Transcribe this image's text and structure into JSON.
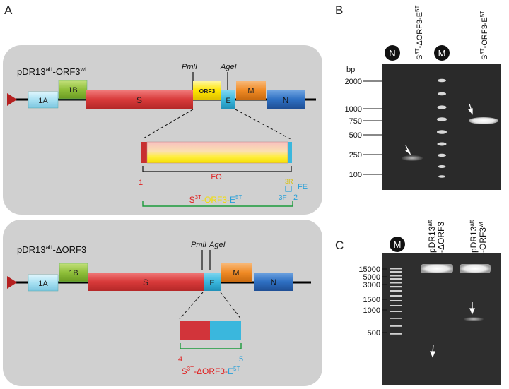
{
  "panels": {
    "a": "A",
    "b": "B",
    "c": "C"
  },
  "construct_wt": {
    "title_base": "pDR13",
    "title_sup": "att",
    "title_suffix": "-ORF3",
    "title_sup2": "wt",
    "site1": "PmlI",
    "site2": "AgeI",
    "genes": {
      "g1a": "1A",
      "g1b": "1B",
      "s": "S",
      "orf3": "ORF3",
      "e": "E",
      "m": "M",
      "n": "N"
    },
    "primer_fo": "FO",
    "primer_3r": "3R",
    "primer_fe": "FE",
    "primer_3f": "3F",
    "num1": "1",
    "num2": "2",
    "fragment": {
      "p1": "S",
      "p1sup": "3T",
      "p2": "-ORF3-",
      "p3": "E",
      "p3sup": "5T"
    }
  },
  "construct_del": {
    "title_base": "pDR13",
    "title_sup": "att",
    "title_suffix": "-ΔORF3",
    "site1": "PmlI",
    "site2": "AgeI",
    "genes": {
      "g1a": "1A",
      "g1b": "1B",
      "s": "S",
      "e": "E",
      "m": "M",
      "n": "N"
    },
    "num4": "4",
    "num5": "5",
    "fragment": {
      "p1": "S",
      "p1sup": "3T",
      "p2": "-ΔORF3-",
      "p3": "E",
      "p3sup": "5T"
    }
  },
  "gel_b": {
    "bp_label": "bp",
    "ladder": [
      "2000",
      "1000",
      "750",
      "500",
      "250",
      "100"
    ],
    "lane_n": "N",
    "lane_m": "M",
    "lane1_label": "S3T-ΔORF3-E5T",
    "lane2_label": "S3T-ORF3-E5T"
  },
  "gel_c": {
    "ladder": [
      "15000",
      "5000",
      "3000",
      "1500",
      "1000",
      "500"
    ],
    "lane_m": "M",
    "lane1_line1": "pDR13att",
    "lane1_line2": "-ΔORF3",
    "lane2_line1": "pDR13att",
    "lane2_line2": "-ORF3wt"
  },
  "colors": {
    "panel_bg": "#d0d0d0",
    "s_gene": "#d94040",
    "orf3": "#ffee00",
    "e_gene": "#3ab7dd",
    "m_gene": "#f08a25",
    "n_gene": "#2e6fc2",
    "gene_1a": "#a8e0f2",
    "gene_1b": "#8fbf3a",
    "green_line": "#1a9a3a",
    "red_text": "#e02020",
    "blue_text": "#2aa0d8"
  }
}
